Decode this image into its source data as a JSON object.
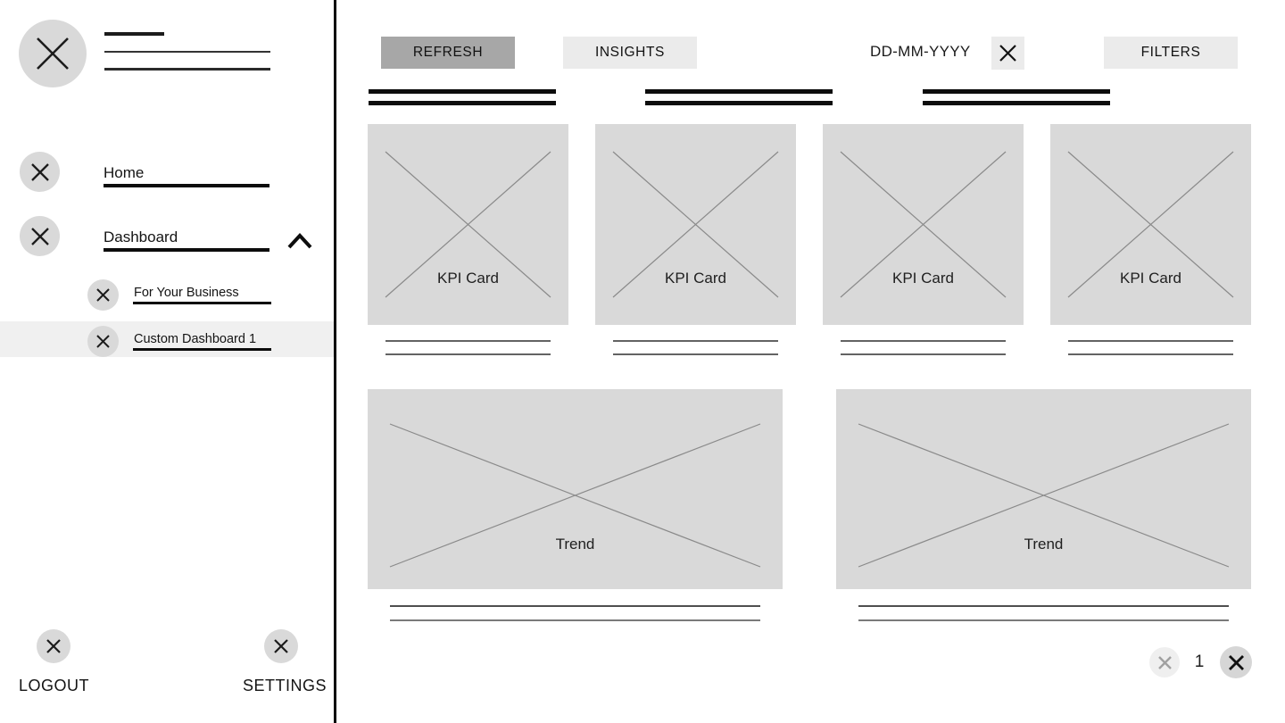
{
  "colors": {
    "divider": "#000000",
    "placeholder_bg": "#d9d9d9",
    "button_primary_bg": "#a7a7a7",
    "button_secondary_bg": "#ebebeb",
    "selected_row_bg": "#f0f0f0",
    "text": "#1a1a1a"
  },
  "icons": {
    "avatar": "x-circle-icon",
    "nav_bullet": "x-circle-icon",
    "dashboard_expand": "chevron-up-icon",
    "date_clear": "x-icon",
    "image_placeholder": "x-cross-icon",
    "pagination_prev": "x-circle-icon",
    "pagination_next": "x-circle-icon"
  },
  "sidebar": {
    "items": [
      {
        "label": "Home"
      },
      {
        "label": "Dashboard",
        "expanded": true
      }
    ],
    "subitems": [
      {
        "label": "For Your Business",
        "selected": false
      },
      {
        "label": "Custom Dashboard 1",
        "selected": true
      }
    ],
    "footer": {
      "logout_label": "LOGOUT",
      "settings_label": "SETTINGS"
    }
  },
  "topbar": {
    "refresh_label": "REFRESH",
    "insights_label": "INSIGHTS",
    "date_value": "DD-MM-YYYY",
    "filters_label": "FILTERS"
  },
  "main": {
    "kpi_cards": [
      {
        "label": "KPI Card"
      },
      {
        "label": "KPI Card"
      },
      {
        "label": "KPI Card"
      },
      {
        "label": "KPI Card"
      }
    ],
    "trend_cards": [
      {
        "label": "Trend"
      },
      {
        "label": "Trend"
      }
    ],
    "pagination": {
      "current_page": "1"
    }
  }
}
